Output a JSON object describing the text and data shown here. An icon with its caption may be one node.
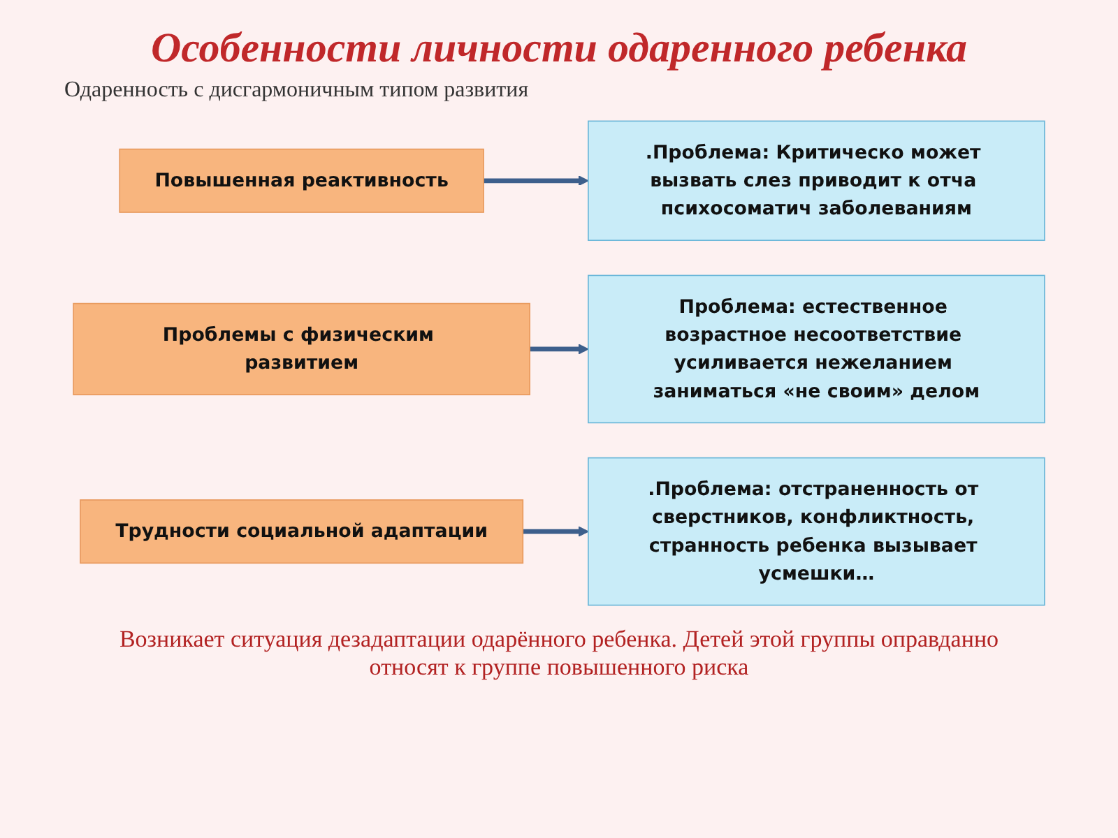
{
  "diagram": {
    "title": "Особенности личности одаренного ребенка",
    "nodes": [
      {
        "text": [
          "Повышенная реактивность"
        ]
      },
      {
        "text": [
          "Проблемы с физическим развитием"
        ]
      },
      {
        "text": [
          "Трудности социальной адаптации"
        ]
      },
      {
        "text": [
          ".Проблема: Критическо может вызвать слез приводит к отча психосоматич заболеваниям"
        ]
      },
      {
        "text": [
          "Проблема: естественное возрастное несоответствие усиливается нежеланием заниматься «не своим» делом"
        ]
      },
      {
        "text": [
          ".Проблема: отстраненность от сверстников, конфликтность, странность ребенка вызывает усмешки…"
        ]
      }
    ],
    "edges": [
      {
        "from": 0,
        "to": 3,
        "arrow": "to"
      },
      {
        "from": 1,
        "to": 4,
        "arrow": "to"
      },
      {
        "from": 2,
        "to": 5,
        "arrow": "to"
      }
    ],
    "labels": [
      "Одаренность с дисгармоничным типом развития"
    ],
    "caption": "Возникает ситуация дезадаптации одарённого ребенка. Детей этой группы оправданно относят к группе повышенного риска"
  }
}
